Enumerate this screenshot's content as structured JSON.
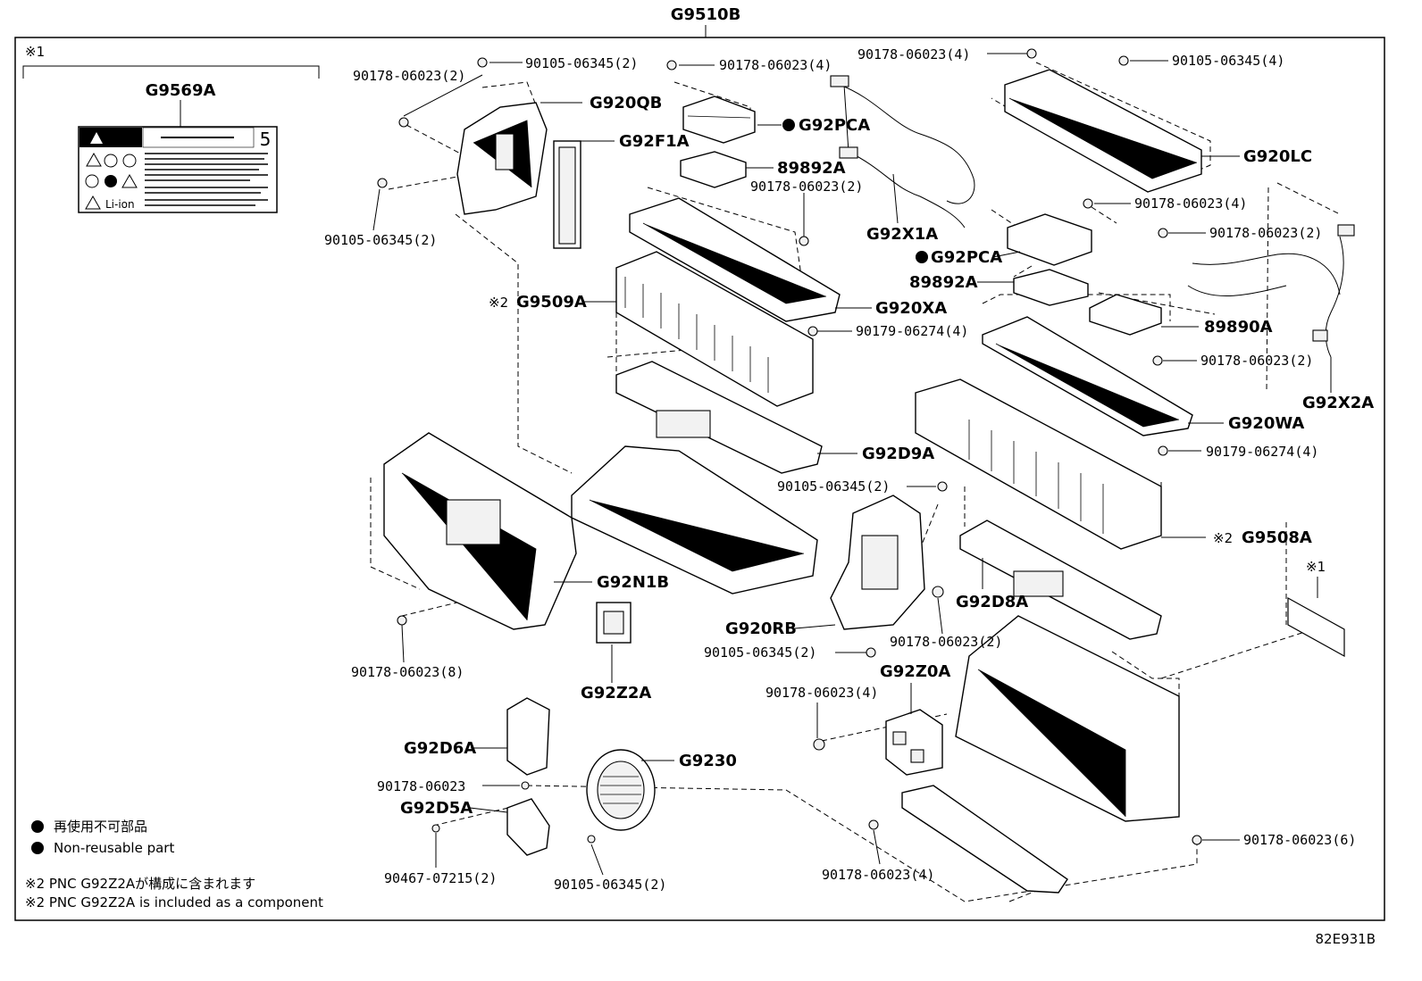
{
  "title": "G9510B",
  "figure_code": "82E931B",
  "notes": {
    "ref1_mark": "※1",
    "ref2_mark": "※2",
    "legend_jp": "再使用不可部品",
    "legend_en": "Non-reusable part",
    "note2_jp": "※2 PNC G92Z2Aが構成に含まれます",
    "note2_en": "※2 PNC G92Z2A is included as a component"
  },
  "label_sheet": {
    "pnc": "G9569A",
    "number": "5",
    "liion": "Li-ion"
  },
  "labels": {
    "l01": "90178-06023(2)",
    "l02": "90105-06345(2)",
    "l03": "G920QB",
    "l04": "G92F1A",
    "l05": "90105-06345(2)",
    "l06": "90178-06023(4)",
    "l07": "G92PCA",
    "l08": "89892A",
    "l09": "90178-06023(2)",
    "l10": "90178-06023(4)",
    "l11": "G92X1A",
    "l12": "90105-06345(4)",
    "l13": "G920LC",
    "l14": "90178-06023(4)",
    "l15": "90178-06023(2)",
    "l16": "G92PCA",
    "l17": "89892A",
    "l18": "89890A",
    "l19": "G9509A",
    "l20": "G920XA",
    "l21": "90179-06274(4)",
    "l22": "90178-06023(2)",
    "l23": "G92X2A",
    "l24": "G920WA",
    "l25": "90179-06274(4)",
    "l26": "G92D9A",
    "l27": "90105-06345(2)",
    "l28": "G9508A",
    "l29": "G92N1B",
    "l30": "G92D8A",
    "l31": "G920RB",
    "l32": "90178-06023(2)",
    "l33": "90105-06345(2)",
    "l34": "90178-06023(8)",
    "l35": "G92Z2A",
    "l36": "G92Z0A",
    "l37": "90178-06023(4)",
    "l38": "G92D6A",
    "l39": "G9230",
    "l40": "90178-06023",
    "l41": "G92D5A",
    "l42": "90467-07215(2)",
    "l43": "90105-06345(2)",
    "l44": "90178-06023(4)",
    "l45": "90178-06023(6)"
  }
}
